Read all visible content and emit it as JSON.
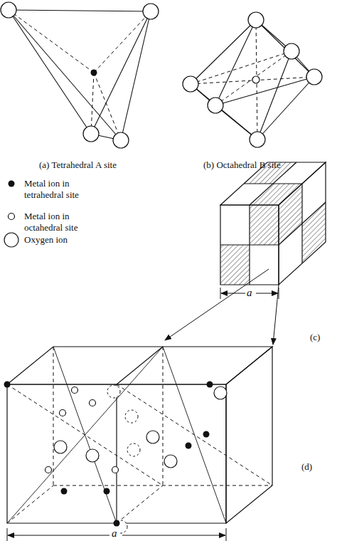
{
  "diagram": {
    "labels": [
      "(a) Tetrahedral A site",
      "(b) Octahedral B site",
      "a",
      "(c)",
      "a",
      "(d)"
    ],
    "legend": [
      {
        "text": "Metal ion in tetrahedral site"
      },
      {
        "text": "Metal ion in octahedral site"
      },
      {
        "text": "Oxygen ion"
      }
    ]
  }
}
